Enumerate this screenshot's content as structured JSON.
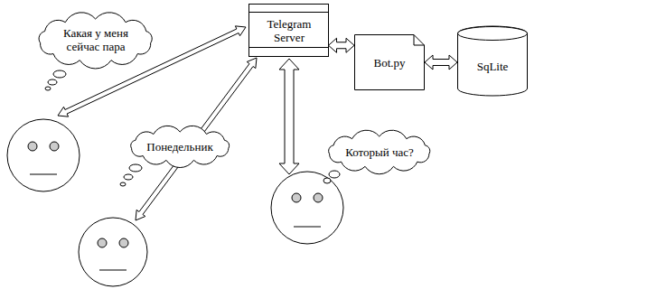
{
  "diagram": {
    "nodes": [
      {
        "text": [
          "Telegram Server"
        ]
      },
      {
        "text": [
          "Bot.py"
        ]
      },
      {
        "text": [
          "SqLite"
        ]
      },
      {
        "text": [
          "Какая у меня сейчас пара"
        ]
      },
      {
        "text": [
          "Понедельник"
        ]
      },
      {
        "text": [
          "Который час?"
        ]
      }
    ],
    "edges": [
      {
        "from": 0,
        "to": 1,
        "arrow": "both"
      },
      {
        "from": 1,
        "to": 2,
        "arrow": "both"
      }
    ]
  }
}
